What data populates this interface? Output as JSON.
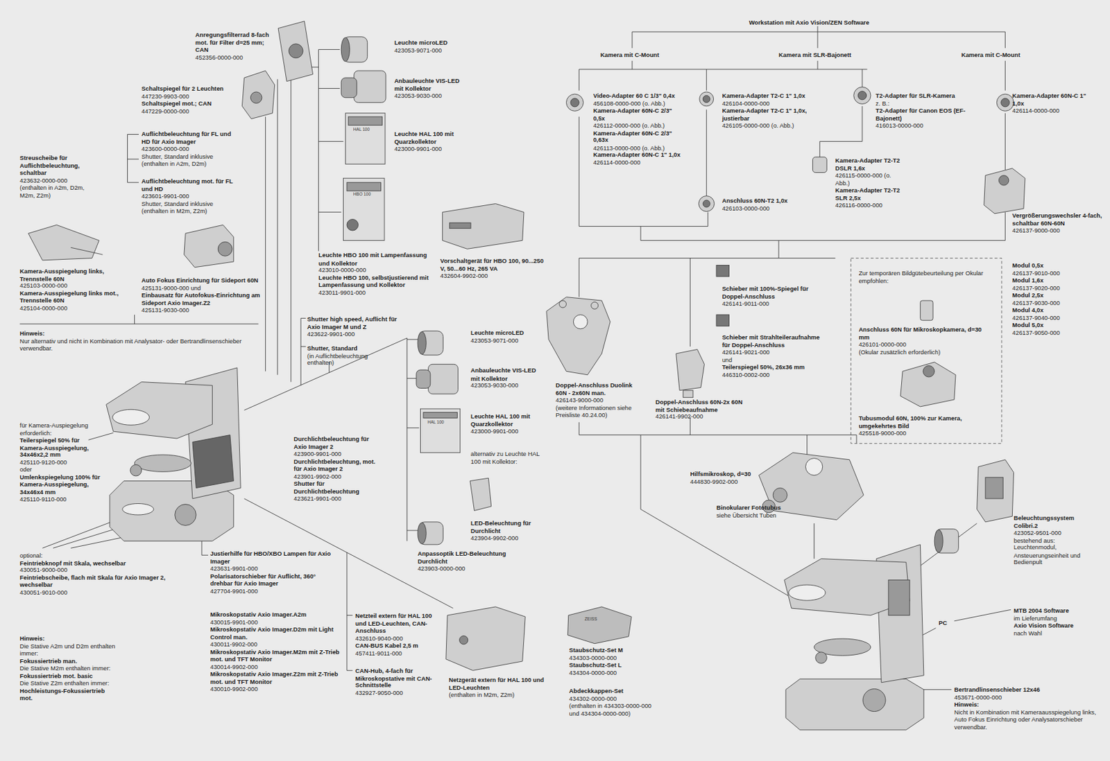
{
  "diagram": {
    "nodes": [
      {
        "text": [
          "Zur temporären Bildgütebeurteilung per Okular empfohlen:",
          "Anschluss 60N für Mikroskopkamera, d=30 mm",
          "426101-0000-000",
          "(Okular zusätzlich erforderlich)",
          "Tubusmodul 60N, 100% zur Kamera, umgekehrtes Bild",
          "425518-9000-000"
        ]
      }
    ],
    "labels": [
      "Anregungsfilterrad 8-fach mot. für Filter d=25 mm; CAN",
      "452356-0000-000",
      "Schaltspiegel für 2 Leuchten",
      "447230-9903-000",
      "Schaltspiegel mot.; CAN",
      "447229-0000-000",
      "Auflichtbeleuchtung für FL und HD für Axio Imager",
      "423600-0000-000",
      "Shutter, Standard inklusive (enthalten in A2m, D2m)",
      "Auflichtbeleuchtung mot. für FL und HD",
      "423601-9901-000",
      "Shutter, Standard inklusive (enthalten in M2m, Z2m)",
      "Streuscheibe für Auflichtbeleuchtung, schaltbar",
      "423632-0000-000",
      "(enthalten in A2m, D2m, M2m, Z2m)",
      "Kamera-Ausspiegelung links, Trennstelle 60N",
      "425103-0000-000",
      "Kamera-Ausspiegelung links mot., Trennstelle 60N",
      "425104-0000-000",
      "Auto Fokus Einrichtung für Sideport 60N",
      "425131-9000-000 und",
      "Einbausatz für Autofokus-Einrichtung am Sideport Axio Imager.Z2",
      "425131-9030-000",
      "Hinweis:",
      "Nur alternativ und nicht in Kombination mit Analysator- oder Bertrandlinsenschieber verwendbar.",
      "für Kamera-Auspiegelung erforderlich:",
      "Teilerspiegel 50% für Kamera-Ausspiegelung, 34x46x2,2 mm",
      "425110-9120-000",
      "oder",
      "Umlenkspiegelung 100% für Kamera-Ausspiegelung, 34x46x4 mm",
      "425110-9110-000",
      "optional:",
      "Feintriebknopf mit Skala, wechselbar",
      "430051-9000-000",
      "Feintriebscheibe, flach mit Skala für Axio Imager 2, wechselbar",
      "430051-9010-000",
      "Hinweis:",
      "Die Stative A2m und D2m enthalten immer:",
      "Fokussiertrieb man.",
      "Die Stative M2m enthalten immer:",
      "Fokussiertrieb mot. basic",
      "Die Stative Z2m enthalten immer:",
      "Hochleistungs-Fokussiertrieb mot.",
      "Justierhilfe für HBO/XBO Lampen für Axio Imager",
      "423631-9901-000",
      "Polarisatorschieber für Auflicht, 360° drehbar für Axio Imager",
      "427704-9901-000",
      "Mikroskopstativ Axio Imager.A2m",
      "430015-9901-000",
      "Mikroskopstativ Axio Imager.D2m mit Light Control man.",
      "430011-9902-000",
      "Mikroskopstativ Axio Imager.M2m mit Z-Trieb mot. und TFT Monitor",
      "430014-9902-000",
      "Mikroskopstativ Axio Imager.Z2m mit Z-Trieb mot. und TFT Monitor",
      "430010-9902-000",
      "Durchlichtbeleuchtung für Axio Imager 2",
      "423900-9901-000",
      "Durchlichtbeleuchtung, mot. für Axio Imager 2",
      "423901-9902-000",
      "Shutter für Durchlichtbeleuchtung",
      "423621-9901-000",
      "Shutter high speed, Auflicht für Axio Imager M und Z",
      "423622-9901-000",
      "Shutter, Standard",
      "(in Auflichtbeleuchtung enthalten)",
      "Netzteil extern für HAL 100 und LED-Leuchten, CAN-Anschluss",
      "432610-9040-000",
      "CAN-BUS Kabel 2,5 m",
      "457411-9011-000",
      "CAN-Hub, 4-fach für Mikroskopstative mit CAN-Schnittstelle",
      "432927-9050-000",
      "Netzgerät extern für HAL 100 und LED-Leuchten",
      "(enthalten in M2m, Z2m)",
      "Leuchte microLED",
      "423053-9071-000",
      "Anbauleuchte VIS-LED mit Kollektor",
      "423053-9030-000",
      "Leuchte HAL 100 mit Quarzkollektor",
      "423000-9901-000",
      "Leuchte HBO 100 mit Lampenfassung und Kollektor",
      "423010-0000-000",
      "Leuchte HBO 100, selbstjustierend mit Lampenfassung und Kollektor",
      "423011-9901-000",
      "Vorschaltgerät für HBO 100, 90...250 V, 50...60 Hz, 265 VA",
      "432604-9902-000",
      "Leuchte microLED",
      "423053-9071-000",
      "Anbauleuchte VIS-LED mit Kollektor",
      "423053-9030-000",
      "Leuchte HAL 100 mit Quarzkollektor",
      "423000-9901-000",
      "alternativ zu Leuchte HAL 100 mit Kollektor:",
      "LED-Beleuchtung für Durchlicht",
      "423904-9902-000",
      "Anpassoptik LED-Beleuchtung Durchlicht",
      "423903-0000-000",
      "Staubschutz-Set M",
      "434303-0000-000",
      "Staubschutz-Set L",
      "434304-0000-000",
      "Abdeckkappen-Set",
      "434302-0000-000",
      "(enthalten in 434303-0000-000 und 434304-0000-000)",
      "Workstation mit Axio Vision/ZEN Software",
      "Kamera mit C-Mount",
      "Kamera mit SLR-Bajonett",
      "Kamera mit C-Mount",
      "Video-Adapter 60 C 1/3\" 0,4x",
      "456108-0000-000 (o. Abb.)",
      "Kamera-Adapter 60N-C 2/3\" 0,5x",
      "426112-0000-000 (o. Abb.)",
      "Kamera-Adapter 60N-C 2/3\" 0,63x",
      "426113-0000-000 (o. Abb.)",
      "Kamera-Adapter 60N-C 1\" 1,0x",
      "426114-0000-000",
      "Kamera-Adapter T2-C 1\" 1,0x",
      "426104-0000-000",
      "Kamera-Adapter T2-C 1\" 1,0x, justierbar",
      "426105-0000-000 (o. Abb.)",
      "T2-Adapter für SLR-Kamera",
      "z. B.:",
      "T2-Adapter für Canon EOS (EF-Bajonett)",
      "416013-0000-000",
      "Kamera-Adapter T2-T2 DSLR 1,6x",
      "426115-0000-000 (o. Abb.)",
      "Kamera-Adapter T2-T2 SLR 2,5x",
      "426116-0000-000",
      "Anschluss 60N-T2 1,0x",
      "426103-0000-000",
      "Kamera-Adapter 60N-C 1\" 1,0x",
      "426114-0000-000",
      "Vergrößerungswechsler 4-fach, schaltbar 60N-60N",
      "426137-9000-000",
      "Modul 0,5x",
      "426137-9010-000",
      "Modul 1,6x",
      "426137-9020-000",
      "Modul 2,5x",
      "426137-9030-000",
      "Modul 4,0x",
      "426137-9040-000",
      "Modul 5,0x",
      "426137-9050-000",
      "Schieber mit 100%-Spiegel für Doppel-Anschluss",
      "426141-9011-000",
      "Schieber mit Strahlteileraufnahme für Doppel-Anschluss",
      "426141-9021-000",
      "und",
      "Teilerspiegel 50%, 26x36 mm",
      "446310-0002-000",
      "Doppel-Anschluss Duolink 60N - 2x60N man.",
      "426143-9000-000",
      "(weitere Informationen siehe Preisliste 40.24.00)",
      "Doppel-Anschluss 60N-2x 60N mit Schiebeaufnahme",
      "426141-9902-000",
      "Hilfsmikroskop, d=30",
      "444830-9902-000",
      "Binokularer Fototubus",
      "siehe Übersicht Tuben",
      "Beleuchtungssystem Colibri.2",
      "423052-9501-000",
      "bestehend aus: Leuchtenmodul, Ansteuerungseinheit und Bedienpult",
      "MTB 2004 Software",
      "im Lieferumfang",
      "Axio Vision Software",
      "nach Wahl",
      "PC",
      "Bertrandlinsenschieber 12x46",
      "453671-0000-000",
      "Hinweis:",
      "Nicht in Kombination mit Kameraausspiegelung links, Auto Fokus Einrichtung oder Analysatorschieber verwendbar.",
      "HAL 100",
      "HBO 100",
      "HAL 100",
      "ZEISS"
    ]
  }
}
